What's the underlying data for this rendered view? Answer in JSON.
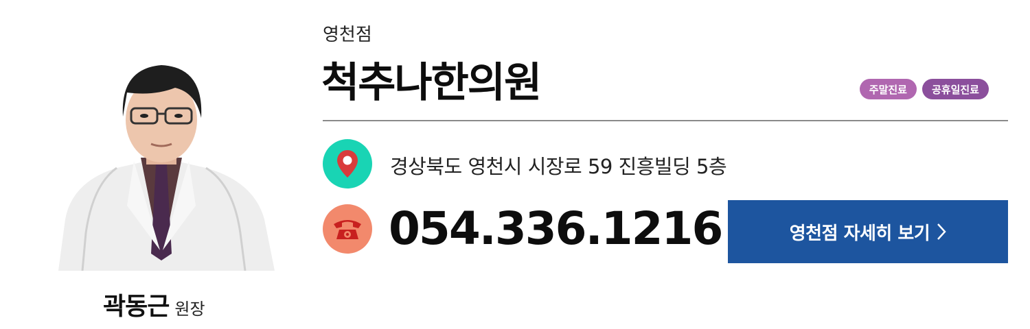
{
  "doctor": {
    "name": "곽동근",
    "role": "원장"
  },
  "clinic": {
    "branch": "영천점",
    "name": "척추나한의원"
  },
  "badges": [
    {
      "label": "주말진료",
      "color": "#b067b0"
    },
    {
      "label": "공휴일진료",
      "color": "#8b4f9c"
    }
  ],
  "contact": {
    "address": "경상북도 영천시 시장로 59 진흥빌딩 5층",
    "phone": "054.336.1216",
    "location_icon": "location-pin-icon",
    "phone_icon": "telephone-icon",
    "location_color": "#19d4b4",
    "phone_color": "#f2896c"
  },
  "cta": {
    "label": "영천점 자세히 보기",
    "color": "#1d559f"
  }
}
